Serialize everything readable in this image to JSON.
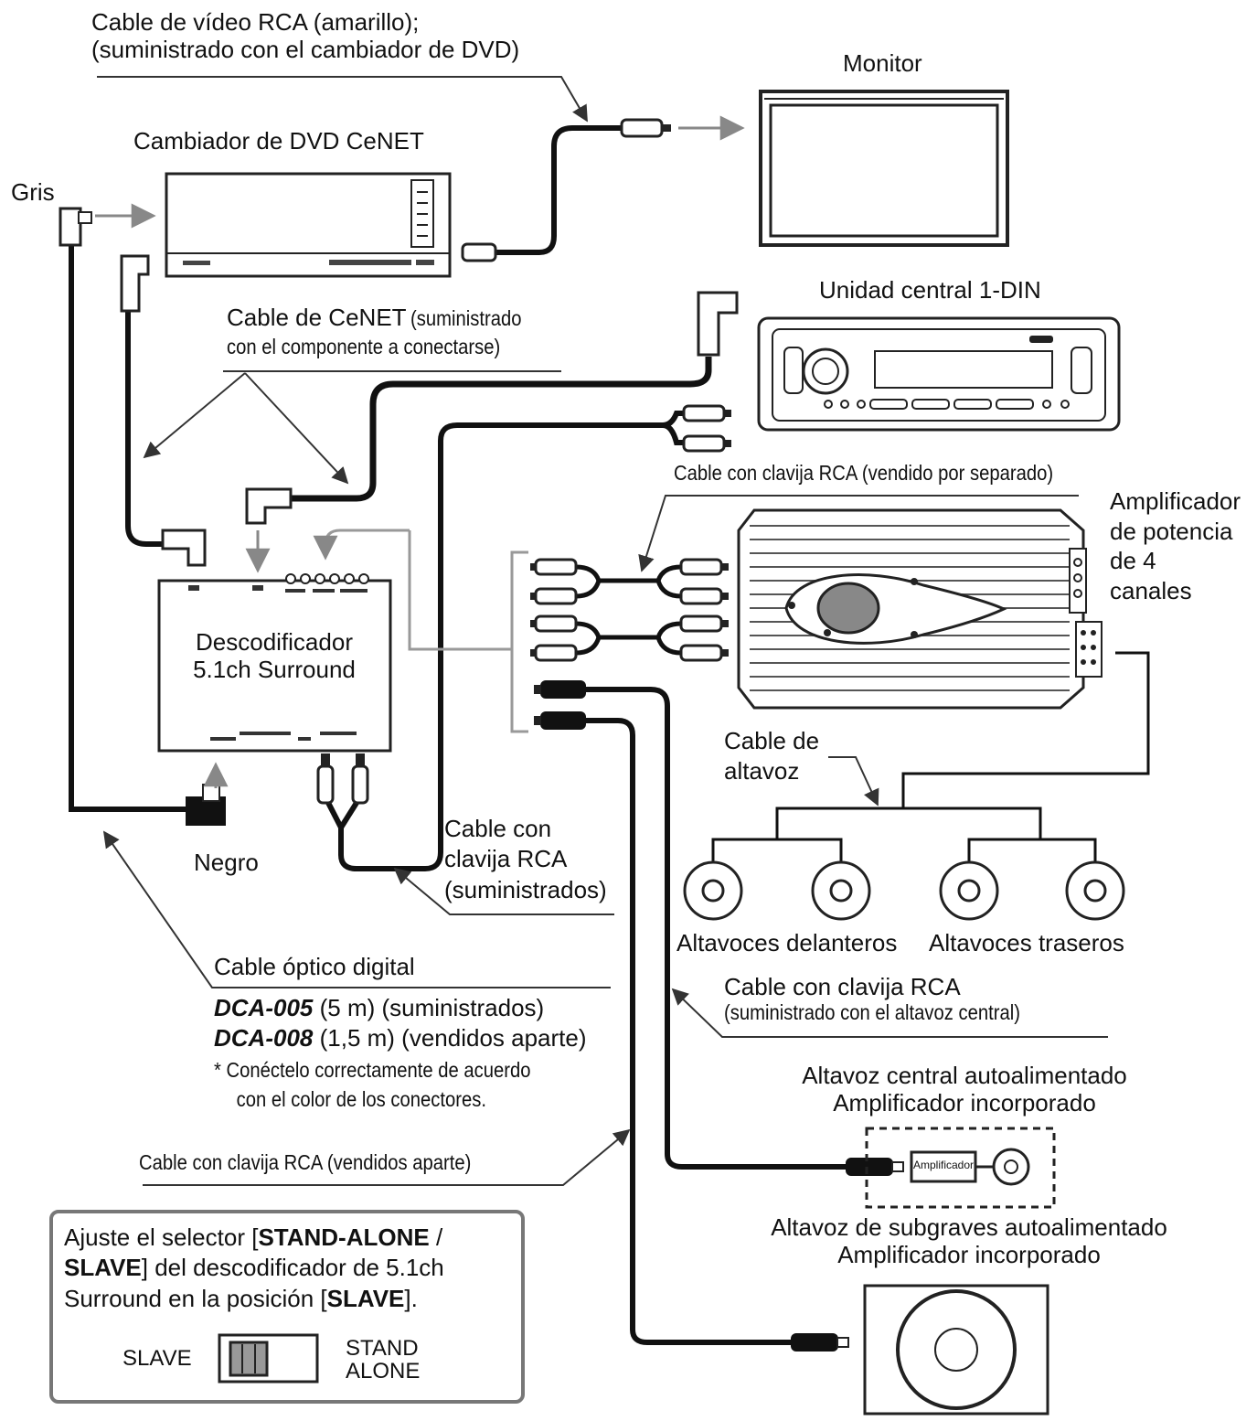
{
  "labels": {
    "rca_video_cable": [
      "Cable de vídeo RCA (amarillo);",
      "(suministrado con el cambiador de DVD)"
    ],
    "monitor": "Monitor",
    "dvd_changer": "Cambiador de DVD CeNET",
    "gris": "Gris",
    "head_unit": "Unidad central 1-DIN",
    "cenet_cable": "Cable de CeNET",
    "cenet_cable_note": [
      "(suministrado",
      "con el componente a conectarse)"
    ],
    "rca_pin_sold_separately": "Cable con clavija RCA (vendido por separado)",
    "amplifier": [
      "Amplificador",
      "de potencia",
      "de 4",
      "canales"
    ],
    "decoder": [
      "Descodificador",
      "5.1ch Surround"
    ],
    "speaker_cable": [
      "Cable de",
      "altavoz"
    ],
    "negro": "Negro",
    "rca_supplied": [
      "Cable con",
      "clavija RCA",
      "(suministrados)"
    ],
    "front_speakers": "Altavoces delanteros",
    "rear_speakers": "Altavoces traseros",
    "optical_cable": "Cable óptico digital",
    "dca005_code": "DCA-005",
    "dca005_rest": " (5 m) (suministrados)",
    "dca008_code": "DCA-008",
    "dca008_rest": " (1,5 m)  (vendidos aparte)",
    "color_note": [
      "*  Conéctelo correctamente de acuerdo",
      "con el color de los conectores."
    ],
    "rca_center_cable": [
      "Cable con clavija RCA",
      "(suministrado con el altavoz central)"
    ],
    "center_speaker": [
      "Altavoz central autoalimentado",
      "Amplificador incorporado"
    ],
    "amplificador_box": "Amplificador",
    "rca_sold_apart": "Cable con clavija RCA (vendidos aparte)",
    "subwoofer": [
      "Altavoz de subgraves autoalimentado",
      "Amplificador incorporado"
    ],
    "selector_note": {
      "line1_a": "Ajuste el selector [",
      "line1_b": "STAND-ALONE",
      "line1_c": " /",
      "line2_a": "SLAVE",
      "line2_b": "] del descodificador de 5.1ch",
      "line3_a": "Surround en la posición [",
      "line3_b": "SLAVE",
      "line3_c": "]."
    },
    "slave": "SLAVE",
    "stand_alone": [
      "STAND",
      "ALONE"
    ]
  }
}
